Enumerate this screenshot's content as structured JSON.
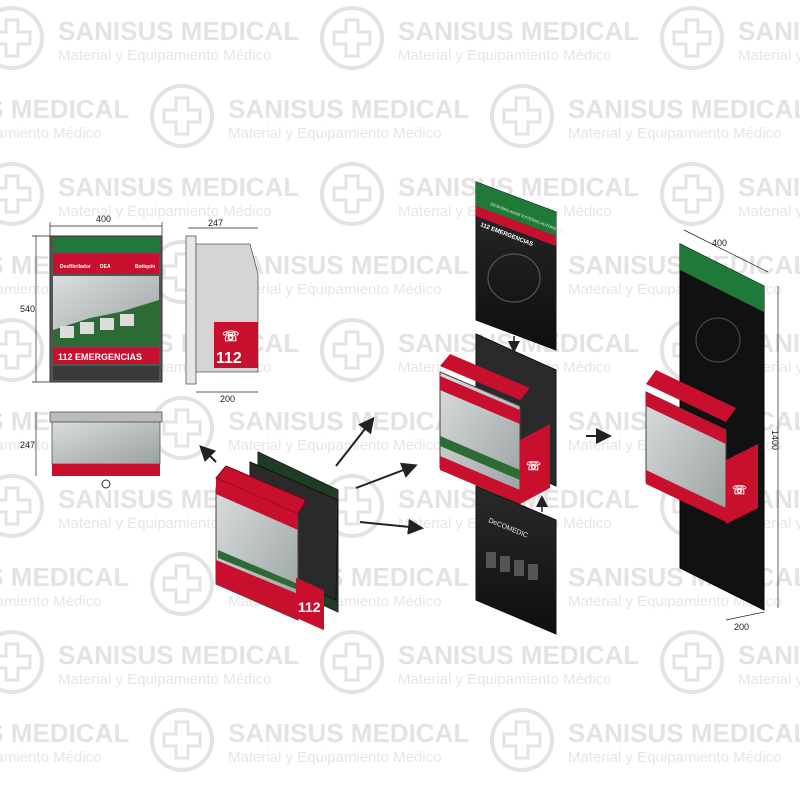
{
  "watermark": {
    "brand": "SANISUS MEDICAL",
    "tagline": "Material y Equipamiento Médico"
  },
  "cabinet": {
    "header_left": "Desfibrilador",
    "header_mid": "DEA",
    "header_right": "Botiquín",
    "phone_label": "112",
    "emergency_label": "112  EMERGENCIAS",
    "emergency_short": "112  EMERGENCIAS"
  },
  "panel": {
    "top_text": "DESFIBRILADOR EXTERNO AUTOMÁTICO",
    "top_sub": "112  EMERGENCIAS",
    "brand": "DeCOMEDIC",
    "bottom_brand": "DeCOMEDIC"
  },
  "dimensions": {
    "front_width": "400",
    "front_height": "540",
    "side_depth_top": "247",
    "side_depth_bottom": "200",
    "top_view_depth": "247",
    "assembled_width": "400",
    "assembled_height": "1400",
    "assembled_depth": "200"
  },
  "colors": {
    "red": "#c8102e",
    "green": "#1f7a3a",
    "dark": "#1b1b1b",
    "glass": "#bfc4c4",
    "watermark": "#e3e3e3"
  }
}
